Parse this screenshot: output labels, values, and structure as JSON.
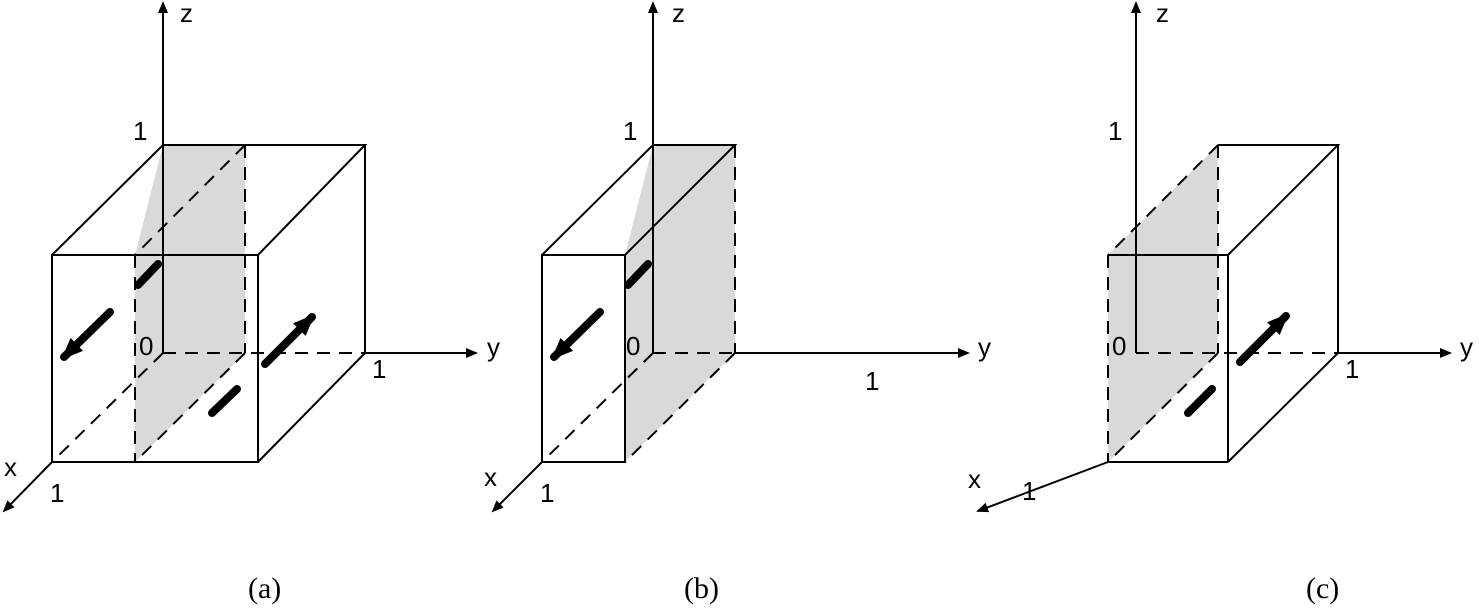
{
  "axis_labels": {
    "x": "x",
    "y": "y",
    "z": "z"
  },
  "tick_labels": {
    "origin": "0",
    "one": "1"
  },
  "captions": [
    "(a)",
    "(b)",
    "(c)"
  ],
  "colors": {
    "shaded_plane": "#d9d9d9",
    "lines": "#000000"
  }
}
